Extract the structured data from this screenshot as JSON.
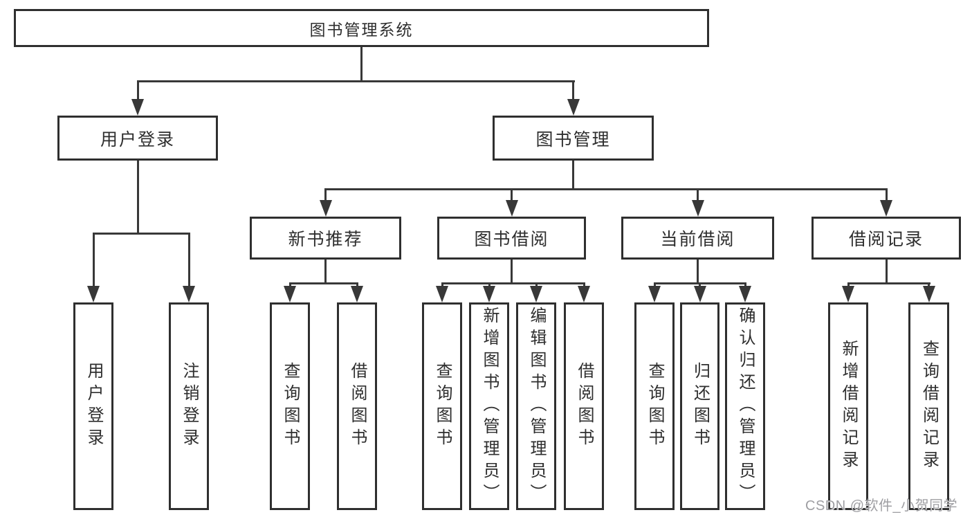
{
  "nodes": {
    "root": "图书管理系统",
    "level2": [
      "用户登录",
      "图书管理"
    ],
    "level3": [
      "新书推荐",
      "图书借阅",
      "当前借阅",
      "借阅记录"
    ],
    "leaves": {
      "userLogin": [
        "用户登录",
        "注销登录"
      ],
      "newBook": [
        "查询图书",
        "借阅图书"
      ],
      "bookBorrow": [
        "查询图书",
        "新增图书（管理员）",
        "编辑图书（管理员）",
        "借阅图书"
      ],
      "currentBorrow": [
        "查询图书",
        "归还图书",
        "确认归还（管理员）"
      ],
      "borrowRecord": [
        "新增借阅记录",
        "查询借阅记录"
      ]
    }
  },
  "watermark": "CSDN @软件_小贺同学",
  "colors": {
    "line": "#383838",
    "border": "#2f2f2f",
    "text": "#2e2e2e",
    "watermark": "#9e9ea2",
    "background": "#ffffff"
  }
}
